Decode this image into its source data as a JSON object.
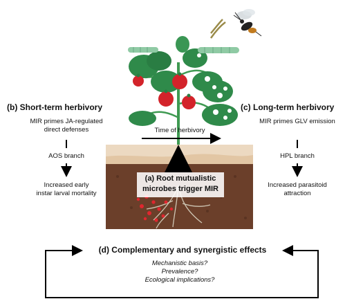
{
  "left": {
    "title": "(b)  Short-term herbivory",
    "line1": "MIR primes JA-regulated",
    "line2": "direct defenses",
    "branch": "AOS branch",
    "outcome1": "Increased early",
    "outcome2": "instar larval mortality"
  },
  "right": {
    "title": "(c)  Long-term herbivory",
    "line1": "MIR primes GLV emission",
    "branch": "HPL branch",
    "outcome1": "Increased parasitoid",
    "outcome2": "attraction"
  },
  "center": {
    "time_label": "Time of herbivory",
    "root_line1": "(a) Root mutualistic",
    "root_line2": "microbes trigger MIR"
  },
  "bottom": {
    "title": "(d) Complementary and synergistic effects",
    "q1": "Mechanistic basis?",
    "q2": "Prevalence?",
    "q3": "Ecological implications?"
  },
  "colors": {
    "soil": "#6b3f2a",
    "topsoil": "#ecd9c1",
    "leaf": "#2f8a4a",
    "tomato": "#d3232a",
    "caterpillar": "#8fcaa4"
  }
}
